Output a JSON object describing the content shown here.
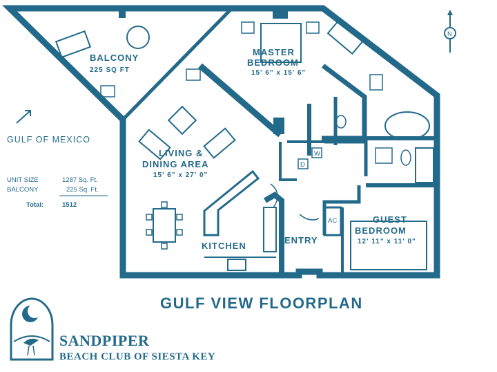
{
  "colors": {
    "ink": "#236a8a",
    "paper": "#ffffff"
  },
  "rooms": {
    "balcony": {
      "name": "BALCONY",
      "size": "225 SQ FT"
    },
    "master": {
      "name_1": "MASTER",
      "name_2": "BEDROOM",
      "size": "15' 6\" x 15' 6\""
    },
    "living": {
      "name_1": "LIVING &",
      "name_2": "DINING AREA",
      "size": "15' 6\" x 27' 0\""
    },
    "kitchen": {
      "name": "KITCHEN"
    },
    "entry": {
      "name": "ENTRY"
    },
    "guest": {
      "name_1": "GUEST",
      "name_2": "BEDROOM",
      "size": "12' 11\" x 11' 0\""
    },
    "laundry": {
      "dryer": "D",
      "washer": "W"
    },
    "ac": "AC"
  },
  "gulf_label": "GULF OF MEXICO",
  "stats": {
    "unit_size_label": "UNIT SIZE",
    "unit_size_value": "1287 Sq. Ft.",
    "balcony_label": "BALCONY",
    "balcony_value": "225 Sq. Ft.",
    "total_label": "Total:",
    "total_value": "1512"
  },
  "compass": {
    "letter": "N"
  },
  "title": "GULF VIEW FLOORPLAN",
  "brand": {
    "name": "SANDPIPER",
    "subtitle": "BEACH CLUB OF SIESTA KEY",
    "icon": "sandpiper-logo"
  }
}
